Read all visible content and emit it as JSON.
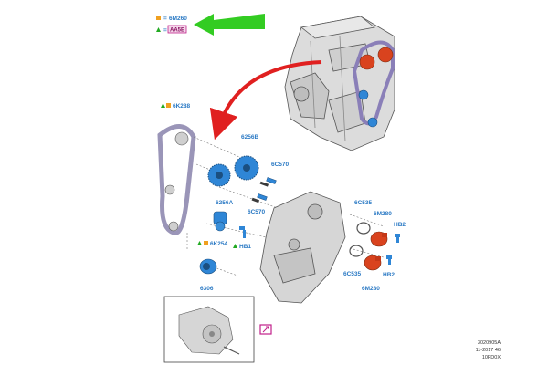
{
  "legend": {
    "row1": {
      "eq": "=",
      "code": "6M260"
    },
    "row2": {
      "eq": "=",
      "code": "AA5E"
    }
  },
  "colors": {
    "part_blue": "#2f86d6",
    "part_red": "#d9431e",
    "label_blue": "#2a79c4",
    "arrow_green": "#33cc22",
    "arrow_red": "#e02020",
    "marker_orange": "#f0a020",
    "marker_green": "#22aa22",
    "highlight_magenta": "#c0208a"
  },
  "labels": {
    "belt": "6K288",
    "cam_b": "6256B",
    "bolt_top": "6C570",
    "cam_a": "6256A",
    "bolt_mid": "6C570",
    "tensioner": "6K254",
    "hb_left": "HB1",
    "pulley": "6306",
    "seal_top": "6C535",
    "red_top": "6M280",
    "hb_right_top": "HB2",
    "seal_bot": "6C535",
    "hb_right_bot": "HB2",
    "red_bot": "6M280"
  },
  "footer": {
    "line1": "3020905A",
    "line2": "11-2017 46",
    "line3": "10FD0X"
  }
}
